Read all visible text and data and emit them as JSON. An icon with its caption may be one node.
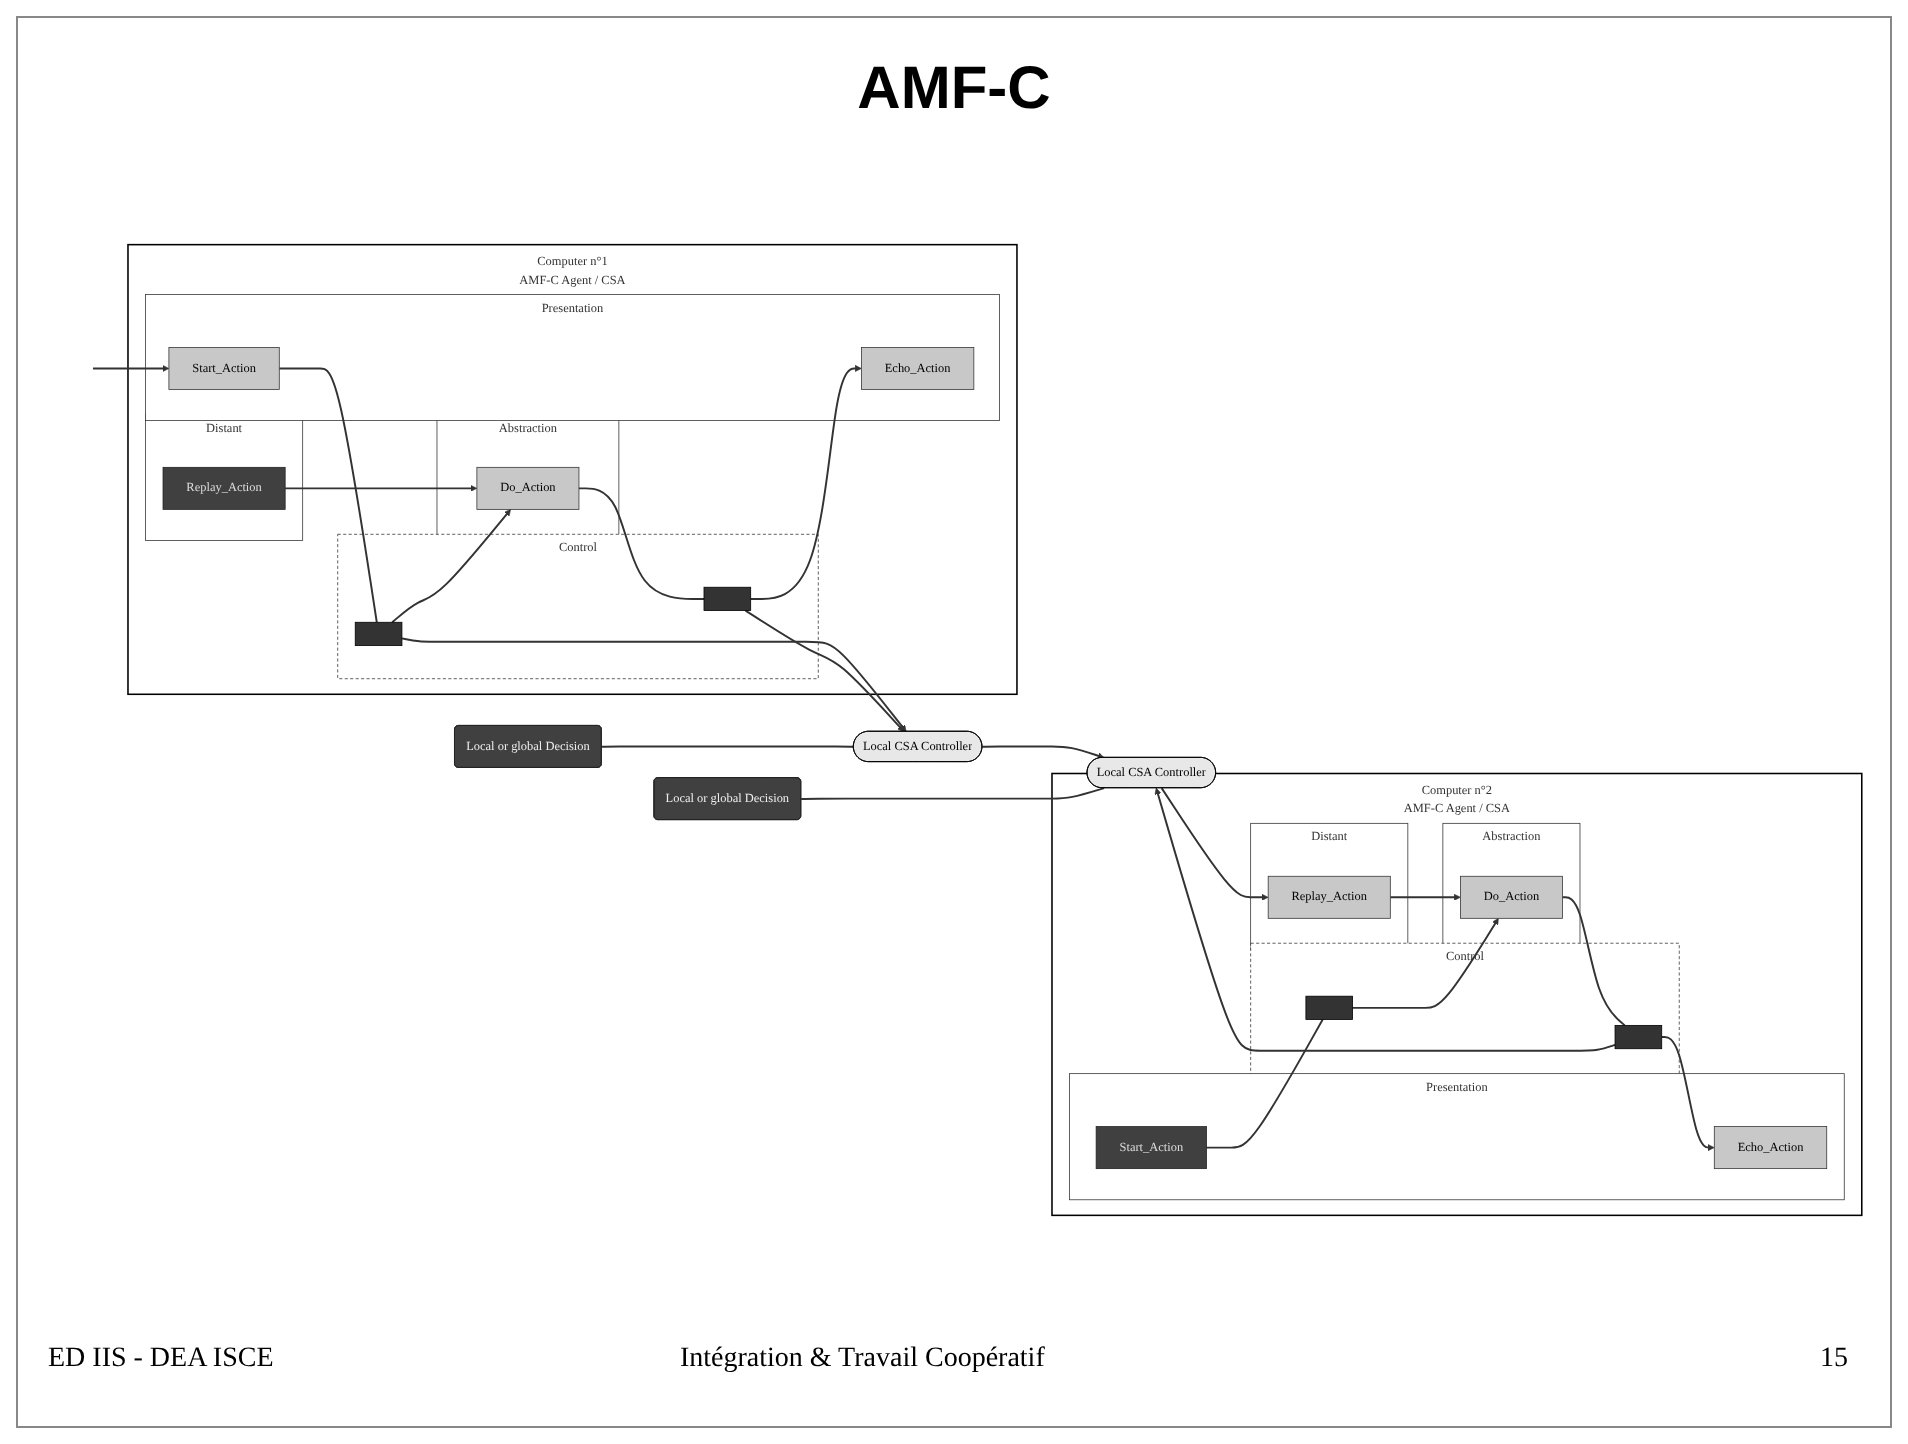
{
  "diagram": {
    "title": "AMF-C",
    "nodes": [
      {
        "text": [
          "Computer n°1",
          "AMF-C Agent / CSA"
        ]
      },
      {
        "text": [
          "Presentation"
        ],
        "in": 0
      },
      {
        "text": [
          "Start_Action"
        ],
        "in": 1
      },
      {
        "text": [
          "Echo_Action"
        ],
        "in": 1
      },
      {
        "text": [
          "Control"
        ],
        "in": 0
      },
      {
        "text": [],
        "shape": "box",
        "in": 4
      },
      {
        "text": [],
        "shape": "box",
        "in": 4
      },
      {
        "text": [
          "Abstraction"
        ],
        "in": 0
      },
      {
        "text": [
          "Do_Action"
        ],
        "in": 7
      },
      {
        "text": [
          "Distant"
        ],
        "in": 0
      },
      {
        "text": [
          "Replay_Action"
        ],
        "in": 9
      },
      {
        "text": [
          "Computer n°2",
          "AMF-C Agent / CSA"
        ]
      },
      {
        "text": [
          "Presentation"
        ],
        "in": 11
      },
      {
        "text": [
          "Start_Action"
        ],
        "in": 12
      },
      {
        "text": [
          "Echo_Action"
        ],
        "in": 12
      },
      {
        "text": [
          "Control"
        ],
        "in": 11
      },
      {
        "text": [],
        "shape": "box",
        "in": 15
      },
      {
        "text": [],
        "shape": "box",
        "in": 15
      },
      {
        "text": [
          "Abstraction"
        ],
        "in": 11
      },
      {
        "text": [
          "Do_Action"
        ],
        "in": 18
      },
      {
        "text": [
          "Distant"
        ],
        "in": 11
      },
      {
        "text": [
          "Replay_Action"
        ],
        "in": 20
      },
      {
        "text": [
          "Local CSA Controller"
        ]
      },
      {
        "text": [
          "Local CSA Controller"
        ]
      },
      {
        "text": [
          "Local or global Decision"
        ]
      },
      {
        "text": [
          "Local or global Decision"
        ]
      }
    ],
    "edges": [
      {
        "from": null,
        "to": 2,
        "arrow": "to"
      },
      {
        "from": 2,
        "to": 5,
        "arrow": "none"
      },
      {
        "from": 5,
        "to": 8,
        "arrow": "to"
      },
      {
        "from": 8,
        "to": 6,
        "arrow": "none"
      },
      {
        "from": 6,
        "to": 3,
        "arrow": "to"
      },
      {
        "from": 10,
        "to": 8,
        "arrow": "to"
      },
      {
        "from": 5,
        "to": 22,
        "arrow": "to"
      },
      {
        "from": 6,
        "to": 22,
        "arrow": "to"
      },
      {
        "from": 13,
        "to": 16,
        "arrow": "none"
      },
      {
        "from": 16,
        "to": 19,
        "arrow": "to"
      },
      {
        "from": 19,
        "to": 17,
        "arrow": "none"
      },
      {
        "from": 17,
        "to": 14,
        "arrow": "to"
      },
      {
        "from": 21,
        "to": 19,
        "arrow": "to"
      },
      {
        "from": 17,
        "to": 23,
        "arrow": "to"
      },
      {
        "from": 22,
        "to": 23,
        "arrow": "to"
      },
      {
        "from": 23,
        "to": 21,
        "arrow": "to"
      },
      {
        "from": 24,
        "to": 22,
        "arrow": "none"
      },
      {
        "from": 25,
        "to": 23,
        "arrow": "none"
      }
    ],
    "labels": [
      "ED IIS - DEA ISCE",
      "Intégration & Travail Coopératif",
      "15"
    ]
  }
}
